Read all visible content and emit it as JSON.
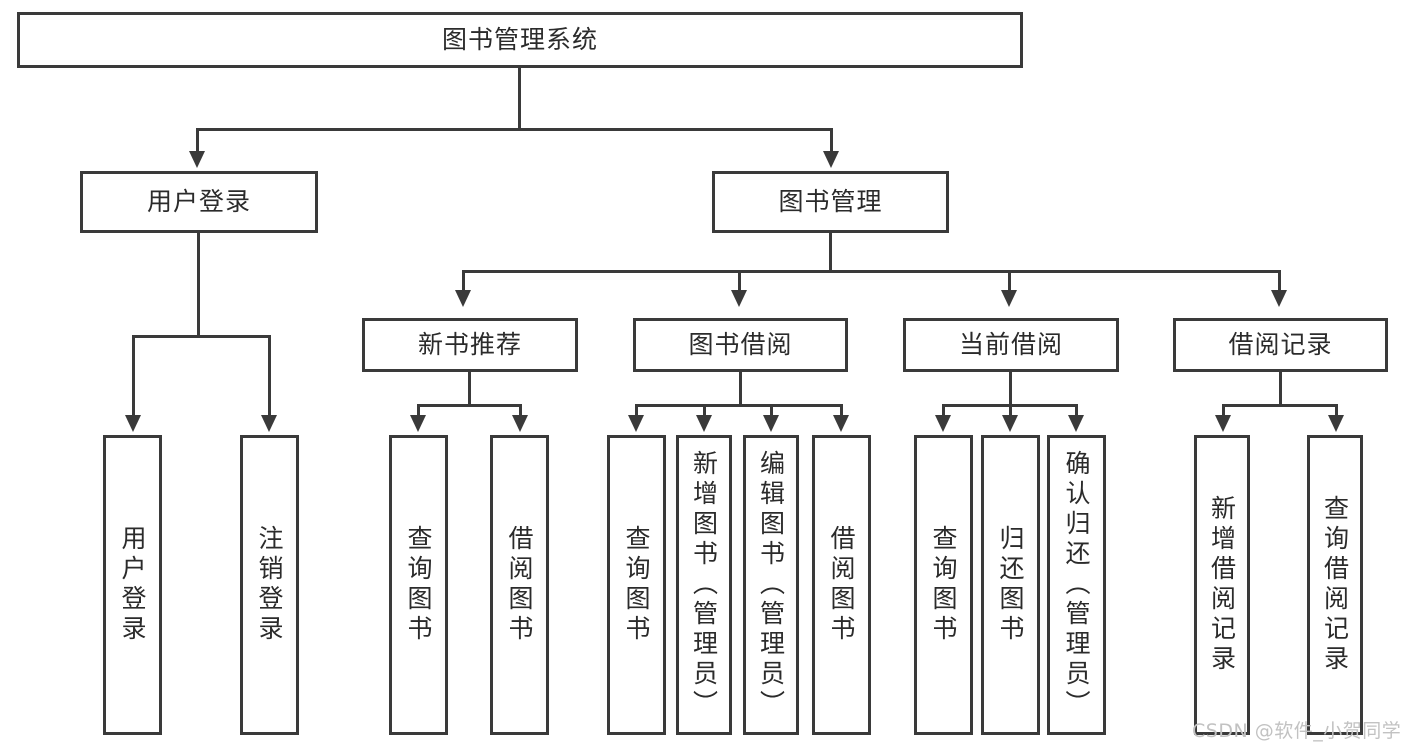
{
  "diagram": {
    "title": "图书管理系统",
    "root": {
      "label": "图书管理系统"
    },
    "level2": [
      {
        "label": "用户登录"
      },
      {
        "label": "图书管理"
      }
    ],
    "level3": [
      {
        "label": "新书推荐"
      },
      {
        "label": "图书借阅"
      },
      {
        "label": "当前借阅"
      },
      {
        "label": "借阅记录"
      }
    ],
    "leaves_user_login": [
      {
        "label": "用户登录"
      },
      {
        "label": "注销登录"
      }
    ],
    "leaves_new_book": [
      {
        "label": "查询图书"
      },
      {
        "label": "借阅图书"
      }
    ],
    "leaves_book_borrow": [
      {
        "label": "查询图书"
      },
      {
        "label": "新增图书（管理员）"
      },
      {
        "label": "编辑图书（管理员）"
      },
      {
        "label": "借阅图书"
      }
    ],
    "leaves_current_borrow": [
      {
        "label": "查询图书"
      },
      {
        "label": "归还图书"
      },
      {
        "label": "确认归还（管理员）"
      }
    ],
    "leaves_borrow_record": [
      {
        "label": "新增借阅记录"
      },
      {
        "label": "查询借阅记录"
      }
    ]
  },
  "watermark": {
    "text": "CSDN @软件_小贺同学"
  },
  "colors": {
    "border": "#3a3a3a",
    "text": "#2b2b2b",
    "background": "#ffffff",
    "watermark": "#c2c2c2"
  }
}
